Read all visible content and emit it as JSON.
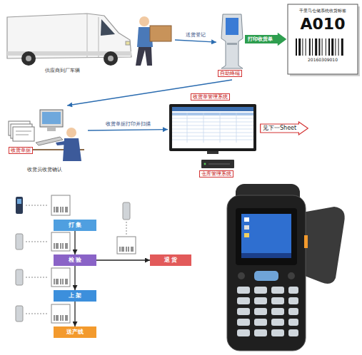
{
  "diagram": {
    "nodes": [
      {
        "text": [
          "供应商到厂车辆"
        ]
      },
      {
        "text": [
          "自助终端"
        ]
      },
      {
        "text": [
          "打印收货单"
        ]
      },
      {
        "text": [
          "千里马仓储系统收货标签",
          "A010",
          "20160309010"
        ]
      },
      {
        "text": [
          "收货单据",
          "收货员收货确认"
        ]
      },
      {
        "text": [
          "收货单管理系统"
        ]
      },
      {
        "text": [
          "仓库管理系统"
        ]
      },
      {
        "text": [
          "见下一Sheet"
        ]
      },
      {
        "text": [
          "打 集"
        ]
      },
      {
        "text": [
          "检 验"
        ]
      },
      {
        "text": [
          "上 架"
        ]
      },
      {
        "text": [
          "送产线"
        ]
      },
      {
        "text": [
          "退 货"
        ]
      }
    ],
    "edges": [
      {
        "from": 0,
        "to": 1,
        "label": "送货登记",
        "arrow": "to"
      },
      {
        "from": 1,
        "to": 4,
        "arrow": "to"
      },
      {
        "from": 4,
        "to": 5,
        "label": "收货单据打印并扫描",
        "arrow": "to"
      },
      {
        "from": 8,
        "to": 9,
        "arrow": "to"
      },
      {
        "from": 9,
        "to": 10,
        "arrow": "to"
      },
      {
        "from": 10,
        "to": 11,
        "arrow": "to"
      },
      {
        "from": 9,
        "to": 12,
        "arrow": "to"
      }
    ]
  }
}
